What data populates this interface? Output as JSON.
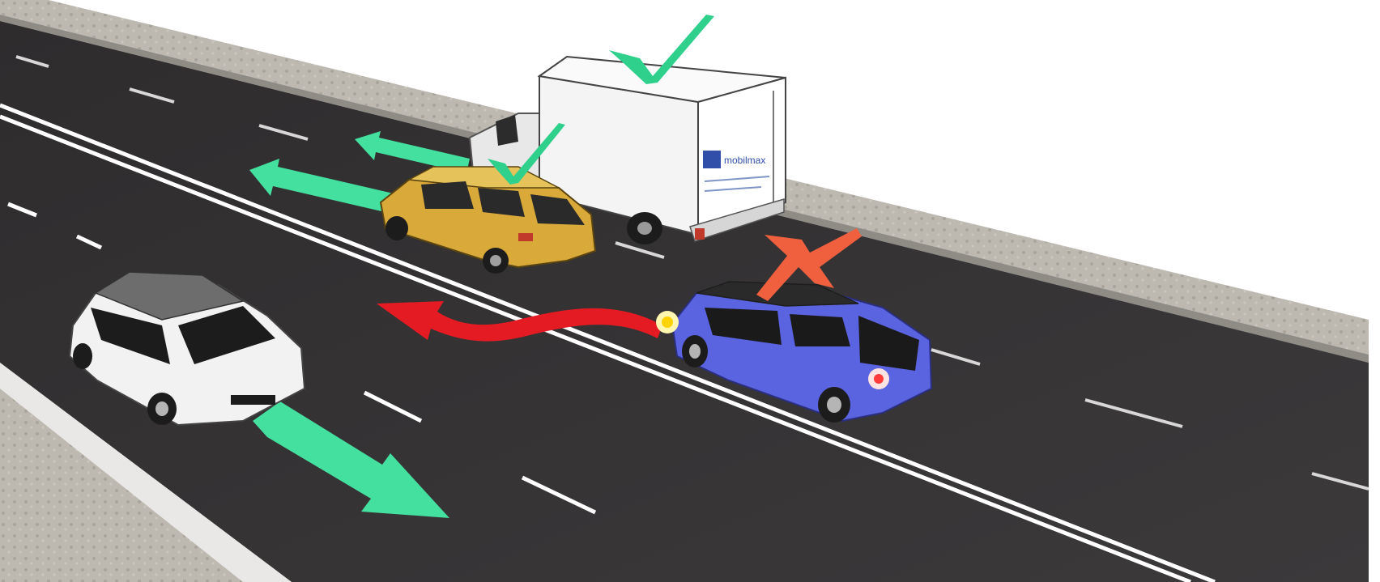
{
  "scene": {
    "road_color": "#3a3839",
    "kerb_color": "#b9b6ae",
    "lane_marking_color": "#ffffff",
    "green_arrow_color": "#44e0a0",
    "red_arrow_color": "#e51b23",
    "cross_color": "#f0603e",
    "check_color": "#2fcf8c"
  },
  "truck": {
    "logo_text": "mobilmax",
    "side_text": ""
  },
  "marks": {
    "truck_check": "check-mark",
    "car_check": "check-mark",
    "blue_car_cross": "cross-mark"
  }
}
